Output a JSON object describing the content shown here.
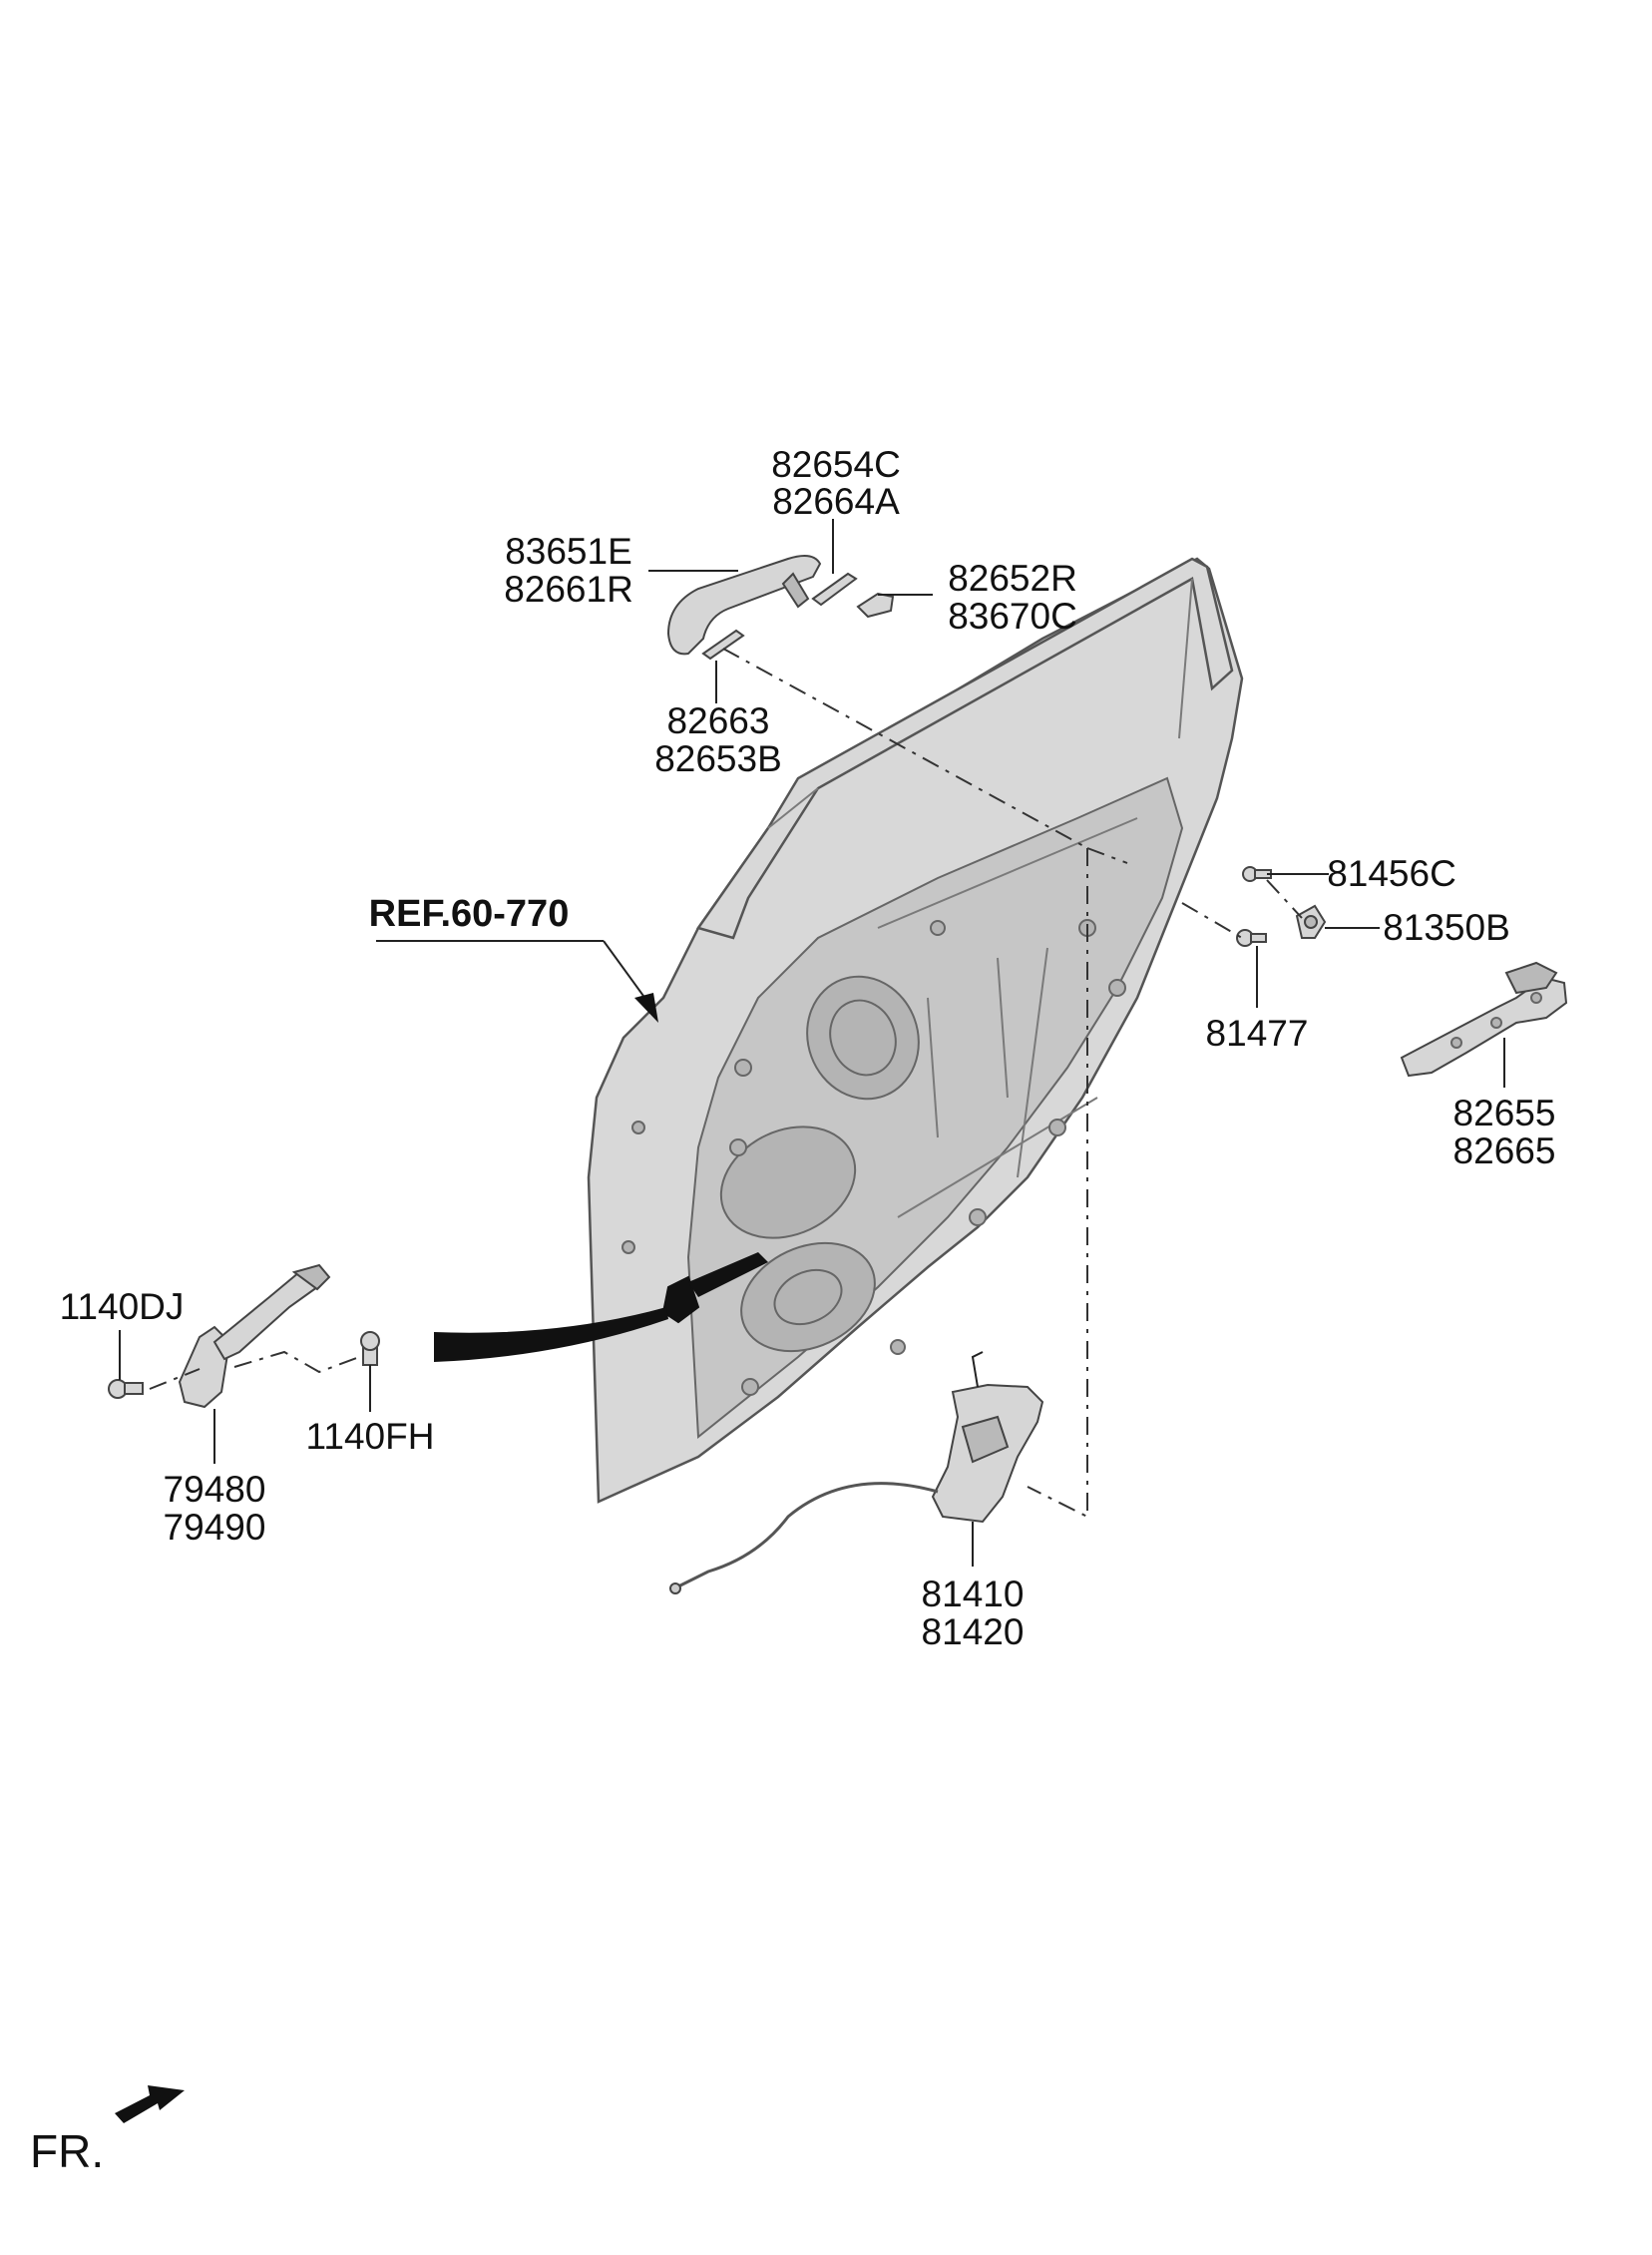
{
  "labels": {
    "p82654C": "82654C",
    "p82664A": "82664A",
    "p83651E": "83651E",
    "p82661R": "82661R",
    "p82652R": "82652R",
    "p83670C": "83670C",
    "p82663": "82663",
    "p82653B": "82653B",
    "ref": "REF.60-770",
    "p81456C": "81456C",
    "p81350B": "81350B",
    "p81477": "81477",
    "p82655": "82655",
    "p82665": "82665",
    "p1140DJ": "1140DJ",
    "p1140FH": "1140FH",
    "p79480": "79480",
    "p79490": "79490",
    "p81410": "81410",
    "p81420": "81420",
    "fr": "FR."
  },
  "icons": {
    "front_arrow": "front-direction-arrow-icon"
  }
}
